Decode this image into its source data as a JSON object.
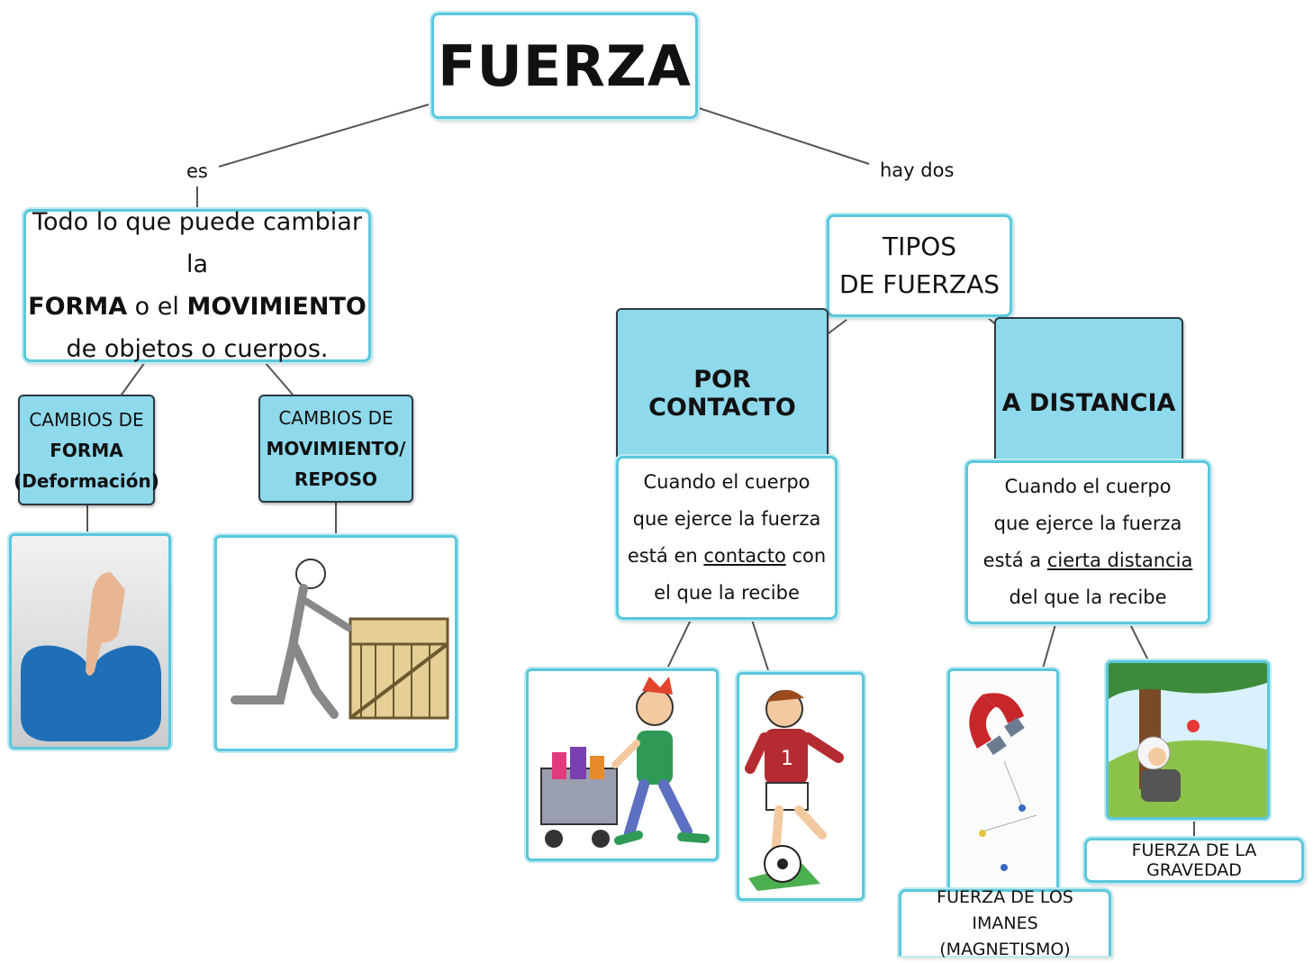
{
  "root": {
    "title": "FUERZA"
  },
  "links": {
    "left": "es",
    "right": "hay dos"
  },
  "definition": {
    "line1": "Todo lo que puede cambiar la",
    "forma": "FORMA",
    "o_el": " o el ",
    "movimiento": "MOVIMIENTO",
    "line3": "de objetos o cuerpos."
  },
  "cambios_forma": {
    "line1": "CAMBIOS DE",
    "line2": "FORMA",
    "line3": "(Deformación)"
  },
  "cambios_movimiento": {
    "line1": "CAMBIOS DE",
    "line2": "MOVIMIENTO/",
    "line3": "REPOSO"
  },
  "tipos": {
    "line1": "TIPOS",
    "line2": "DE FUERZAS"
  },
  "contacto": {
    "title": "POR CONTACTO",
    "line1": "Cuando el cuerpo",
    "line2": "que ejerce la fuerza",
    "line3_pre": "está en ",
    "line3_u": "contacto",
    "line3_post": " con",
    "line4": "el que la recibe"
  },
  "distancia": {
    "title": "A DISTANCIA",
    "line1": "Cuando el cuerpo",
    "line2": "que ejerce la fuerza",
    "line3_pre": "está a ",
    "line3_u": "cierta distancia",
    "line4": "del que la recibe"
  },
  "imanes": {
    "line1": "FUERZA DE LOS IMANES",
    "line2": "(MAGNETISMO)"
  },
  "gravedad": {
    "label": "FUERZA DE LA GRAVEDAD"
  },
  "colors": {
    "border": "#5bc8dc",
    "fill": "#8ed9ec",
    "line": "#444444"
  }
}
